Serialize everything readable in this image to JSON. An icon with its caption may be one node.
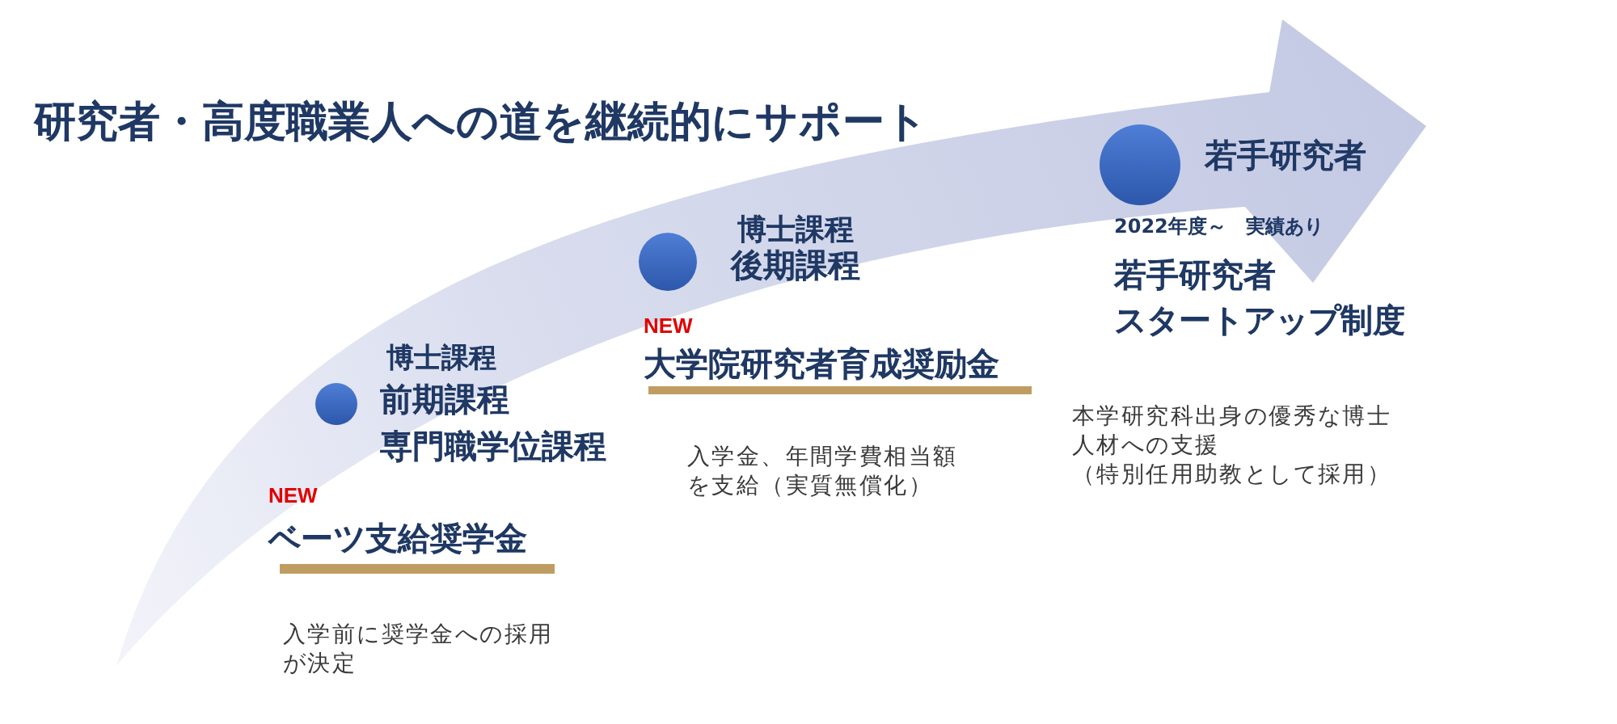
{
  "diagram": {
    "title": "研究者・高度職業人への道を継続的にサポート",
    "nodes": [
      {
        "text": [],
        "shape": "circle",
        "beside": [
          "博士課程",
          "前期課程",
          "専門職学位課程"
        ]
      },
      {
        "text": [],
        "shape": "circle",
        "beside": [
          "博士課程",
          "後期課程"
        ]
      },
      {
        "text": [],
        "shape": "circle",
        "beside": [
          "若手研究者"
        ]
      }
    ],
    "labels": [
      "NEW",
      "ベーツ支給奨学金",
      "入学前に奨学金への採用が決定",
      "NEW",
      "大学院研究者育成奨励金",
      "入学金、年間学費相当額を支給（実質無償化）",
      "2022年度～　実績あり",
      "若手研究者",
      "スタートアップ制度",
      "本学研究科出身の優秀な博士人材への支援",
      "（特別任用助教として採用）"
    ]
  }
}
